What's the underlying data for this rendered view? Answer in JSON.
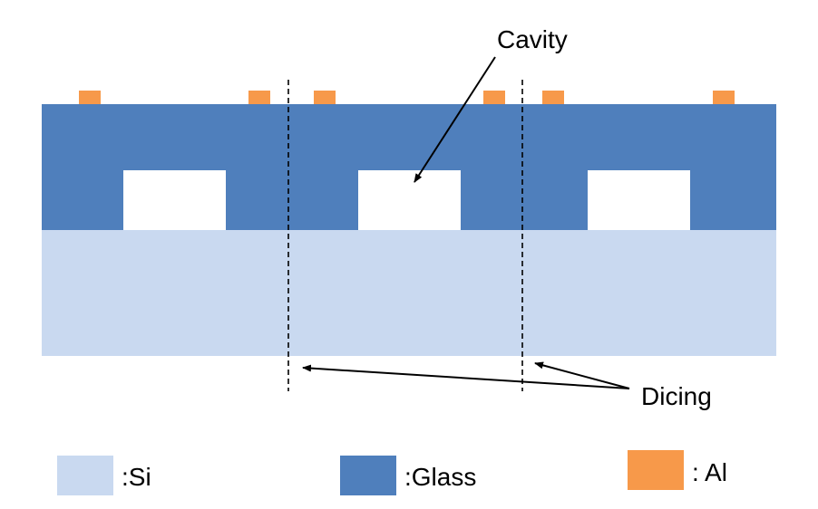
{
  "colors": {
    "si": "#c9d9f0",
    "glass": "#4f7fbc",
    "al": "#f7994a",
    "cavity": "#ffffff",
    "line": "#000000"
  },
  "labels": {
    "cavity": "Cavity",
    "dicing": "Dicing"
  },
  "legend": [
    {
      "material": "si",
      "label": ":Si"
    },
    {
      "material": "glass",
      "label": ":Glass"
    },
    {
      "material": "al",
      "label": ": Al"
    }
  ]
}
